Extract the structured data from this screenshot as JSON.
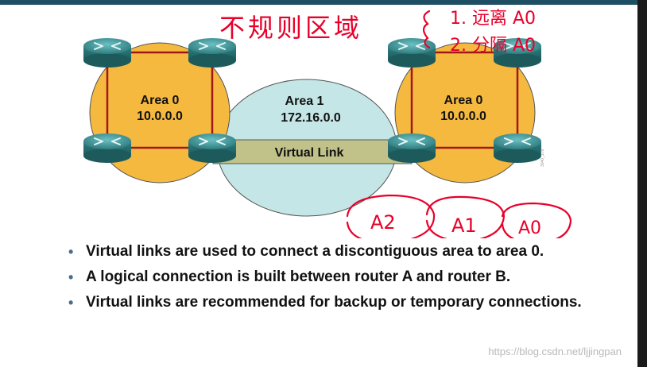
{
  "diagram": {
    "left_area": {
      "name": "Area 0",
      "network": "10.0.0.0"
    },
    "middle_area": {
      "name": "Area 1",
      "network": "172.16.0.0"
    },
    "right_area": {
      "name": "Area 0",
      "network": "10.0.0.0"
    },
    "virtual_link_label": "Virtual Link",
    "figure_code": "3040_178",
    "colors": {
      "area0_fill": "#f5b93f",
      "area1_fill": "#c5e6e6",
      "link_bar": "#c0c28a",
      "router": "#3e8f92",
      "ink": "#e8002a",
      "outline": "#8a1010"
    }
  },
  "handwriting": {
    "title": "不规则区域",
    "note1": "1. 远离 A0",
    "note2": "2. 分隔 A0",
    "circle_a2": "A2",
    "circle_a1": "A1",
    "circle_a0": "A0"
  },
  "bullets": [
    "Virtual links are used to connect a discontiguous area to area 0.",
    "A logical connection is built between router A and router B.",
    "Virtual links are recommended for backup or temporary connections."
  ],
  "watermark": "https://blog.csdn.net/ljjingpan"
}
